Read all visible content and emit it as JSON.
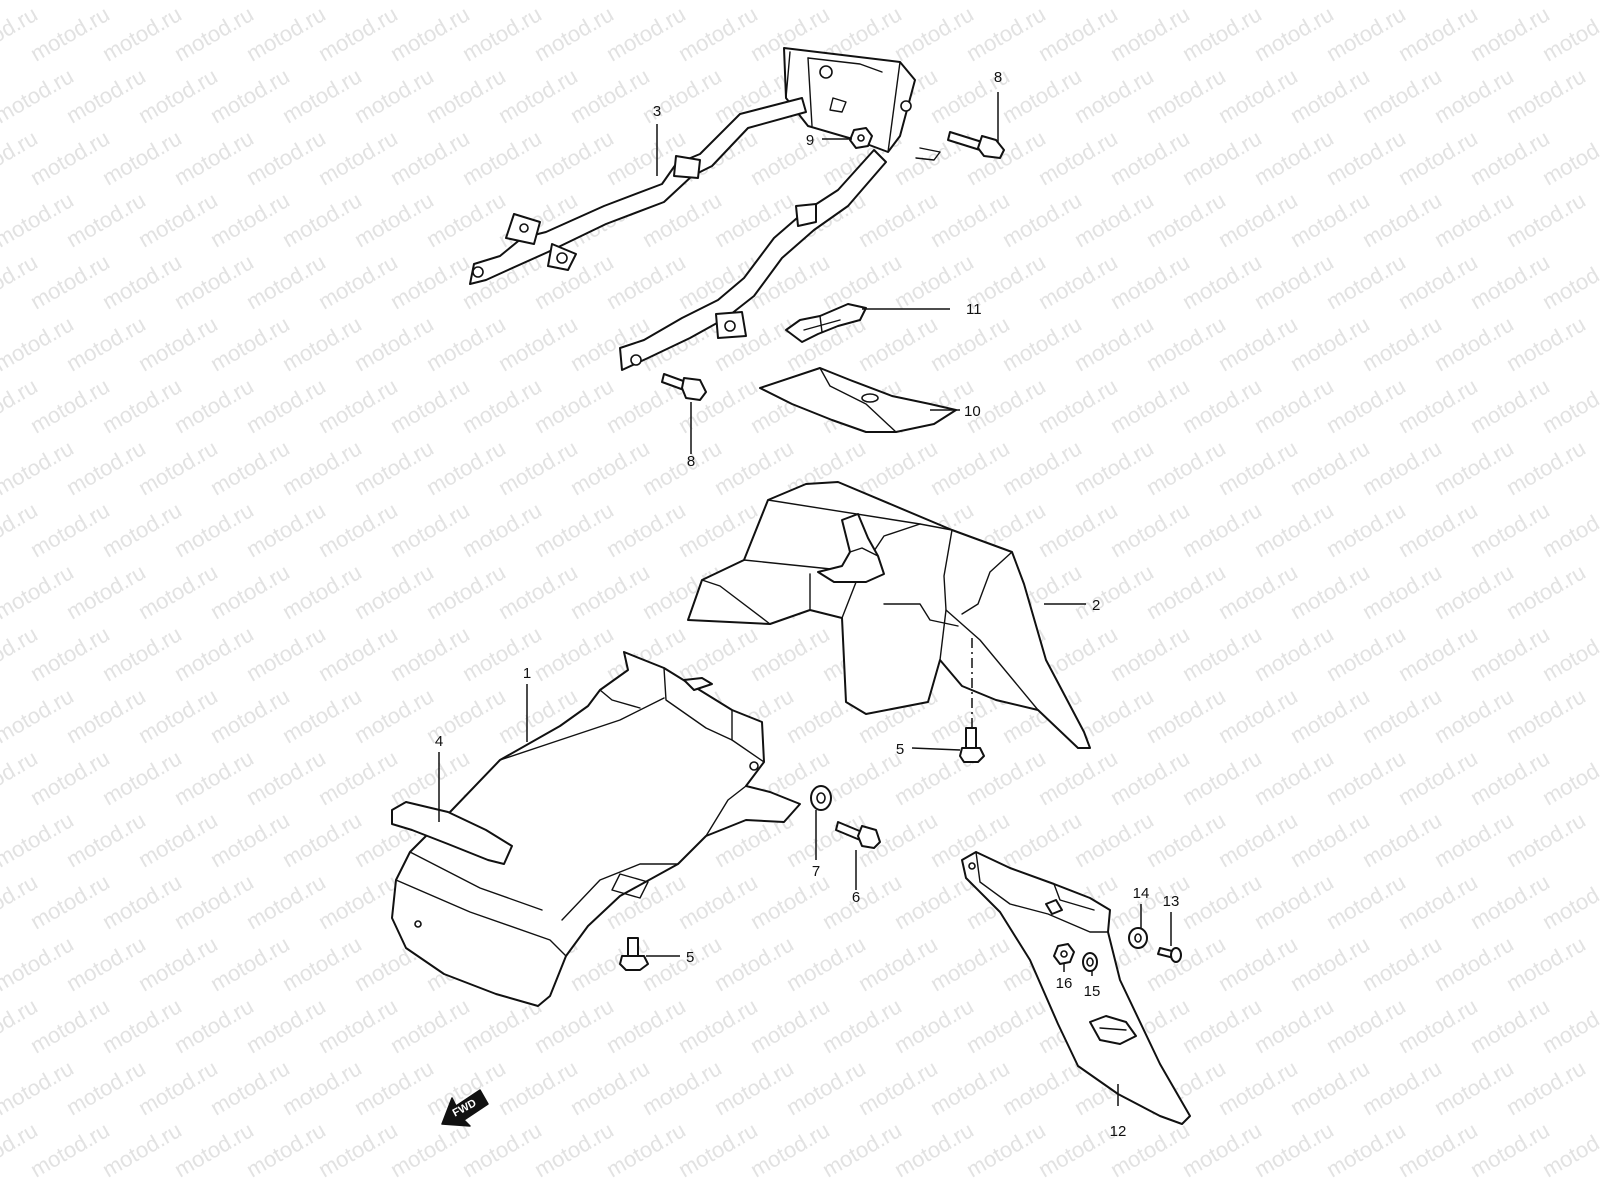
{
  "watermark": {
    "text": "motod.ru",
    "color": "#e2e2e2"
  },
  "diagram": {
    "stroke_color": "#111111",
    "background": "#ffffff",
    "fwd_indicator": "FWD",
    "callouts": [
      {
        "id": "c1",
        "label": "1"
      },
      {
        "id": "c2",
        "label": "2"
      },
      {
        "id": "c3",
        "label": "3"
      },
      {
        "id": "c4",
        "label": "4"
      },
      {
        "id": "c5a",
        "label": "5"
      },
      {
        "id": "c5b",
        "label": "5"
      },
      {
        "id": "c6",
        "label": "6"
      },
      {
        "id": "c7",
        "label": "7"
      },
      {
        "id": "c8a",
        "label": "8"
      },
      {
        "id": "c8b",
        "label": "8"
      },
      {
        "id": "c9",
        "label": "9"
      },
      {
        "id": "c10",
        "label": "10"
      },
      {
        "id": "c11",
        "label": "11"
      },
      {
        "id": "c12",
        "label": "12"
      },
      {
        "id": "c13",
        "label": "13"
      },
      {
        "id": "c14",
        "label": "14"
      },
      {
        "id": "c15",
        "label": "15"
      },
      {
        "id": "c16",
        "label": "16"
      }
    ]
  }
}
